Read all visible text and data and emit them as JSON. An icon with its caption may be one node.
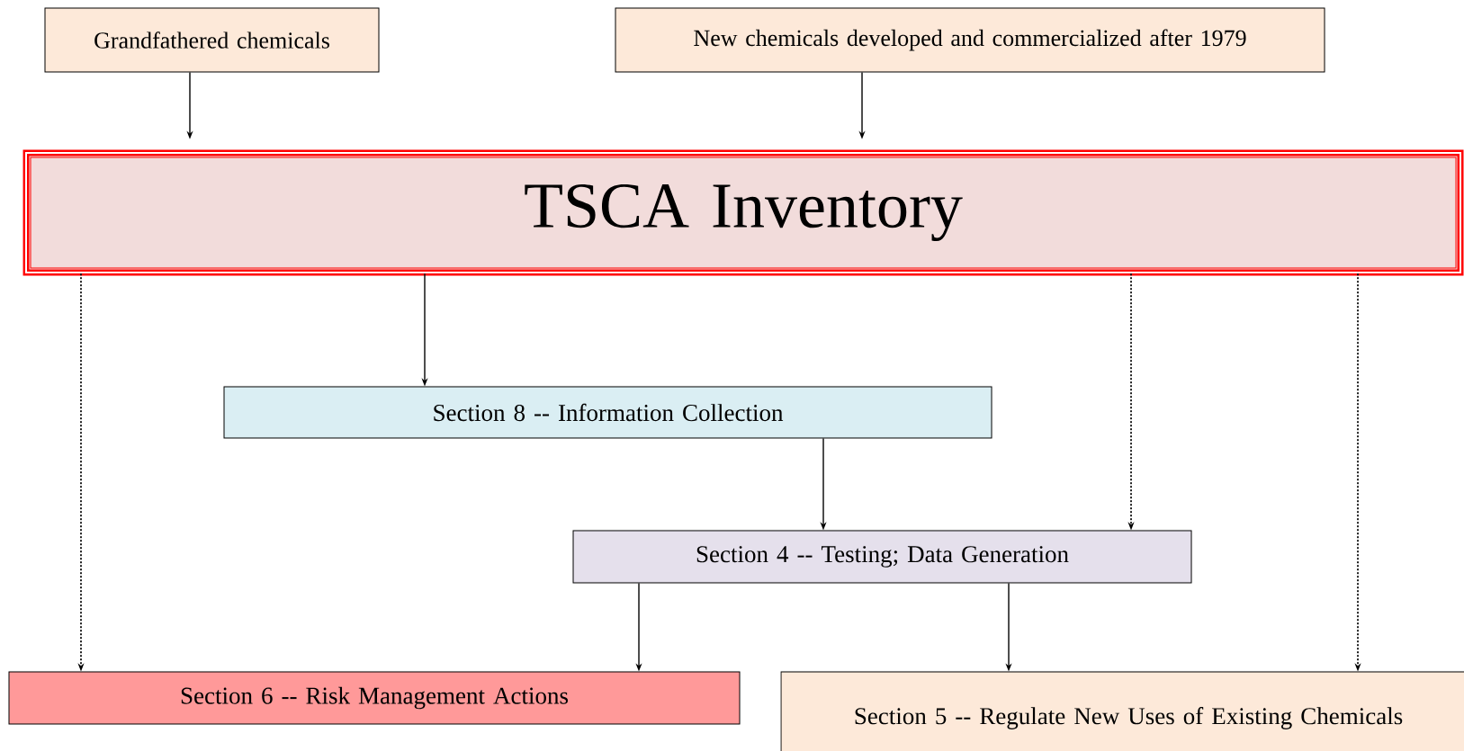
{
  "diagram": {
    "nodes": [
      {
        "text": [
          "Grandfathered chemicals"
        ]
      },
      {
        "text": [
          "New chemicals developed and commercialized after 1979"
        ]
      },
      {
        "text": [
          "TSCA Inventory"
        ]
      },
      {
        "text": [
          "Section 8 -- Information Collection"
        ]
      },
      {
        "text": [
          "Section 4 -- Testing; Data Generation"
        ]
      },
      {
        "text": [
          "Section 6 -- Risk Management Actions"
        ]
      },
      {
        "text": [
          "Section 5 -- Regulate New Uses of Existing Chemicals"
        ]
      }
    ],
    "edges": [
      {
        "from": 0,
        "to": 2,
        "arrow": "to"
      },
      {
        "from": 1,
        "to": 2,
        "arrow": "to"
      },
      {
        "from": 2,
        "to": 5,
        "arrow": "to",
        "style": "dashed"
      },
      {
        "from": 2,
        "to": 3,
        "arrow": "to"
      },
      {
        "from": 2,
        "to": 4,
        "arrow": "to",
        "style": "dashed"
      },
      {
        "from": 2,
        "to": 6,
        "arrow": "to",
        "style": "dashed"
      },
      {
        "from": 3,
        "to": 4,
        "arrow": "to"
      },
      {
        "from": 4,
        "to": 5,
        "arrow": "to"
      },
      {
        "from": 4,
        "to": 6,
        "arrow": "to"
      }
    ]
  }
}
